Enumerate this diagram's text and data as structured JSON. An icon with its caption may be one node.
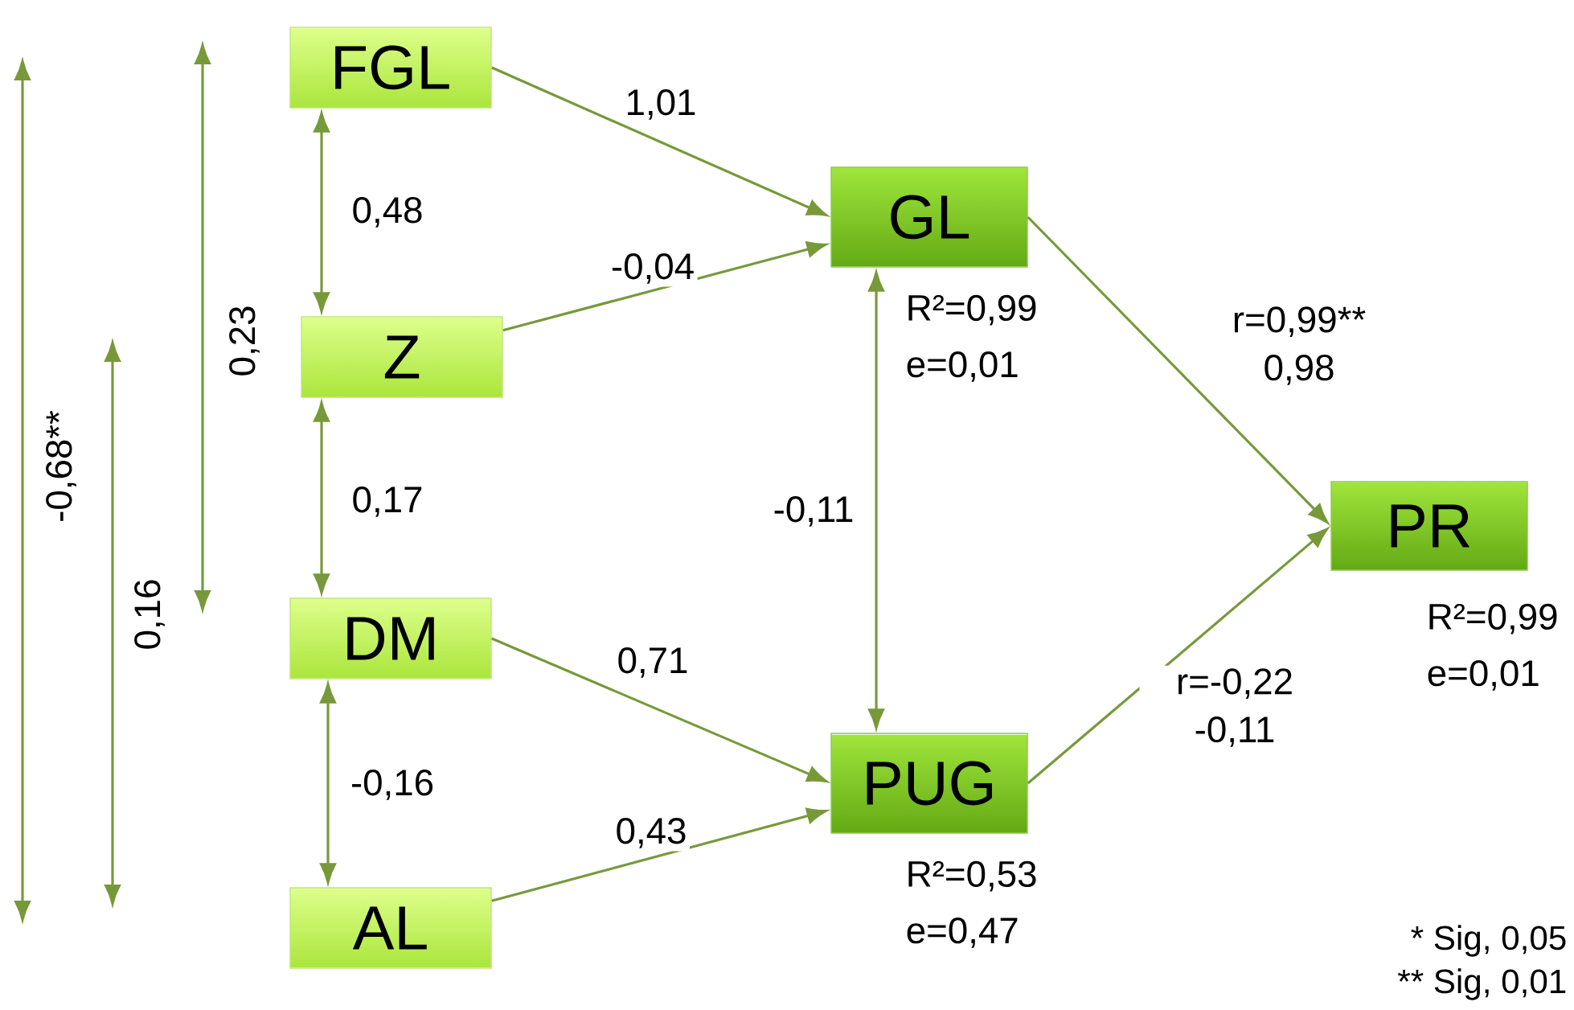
{
  "diagram": {
    "nodes": [
      {
        "text": [
          "FGL"
        ]
      },
      {
        "text": [
          "Z"
        ]
      },
      {
        "text": [
          "DM"
        ]
      },
      {
        "text": [
          "AL"
        ]
      },
      {
        "text": [
          "GL"
        ],
        "beside": [
          "R²=0,99",
          "e=0,01"
        ]
      },
      {
        "text": [
          "PUG"
        ],
        "beside": [
          "R²=0,53",
          "e=0,47"
        ]
      },
      {
        "text": [
          "PR"
        ],
        "beside": [
          "R²=0,99",
          "e=0,01"
        ]
      }
    ],
    "edges": [
      {
        "from": 0,
        "to": 4,
        "arrow": "to",
        "label": "1,01"
      },
      {
        "from": 1,
        "to": 4,
        "arrow": "to",
        "label": "-0,04"
      },
      {
        "from": 2,
        "to": 5,
        "arrow": "to",
        "label": "0,71"
      },
      {
        "from": 3,
        "to": 5,
        "arrow": "to",
        "label": "0,43"
      },
      {
        "from": 4,
        "to": 6,
        "arrow": "to",
        "label": "r=0,99** 0,98"
      },
      {
        "from": 5,
        "to": 6,
        "arrow": "to",
        "label": "r=-0,22 -0,11"
      },
      {
        "from": 0,
        "to": 1,
        "arrow": "both",
        "label": "0,48"
      },
      {
        "from": 1,
        "to": 2,
        "arrow": "both",
        "label": "0,17"
      },
      {
        "from": 2,
        "to": 3,
        "arrow": "both",
        "label": "-0,16"
      },
      {
        "from": 4,
        "to": 5,
        "arrow": "both",
        "label": "-0,11"
      }
    ],
    "labels": [
      "-0,68**",
      "0,23",
      "0,16",
      "* Sig, 0,05",
      "** Sig, 0,01"
    ]
  }
}
